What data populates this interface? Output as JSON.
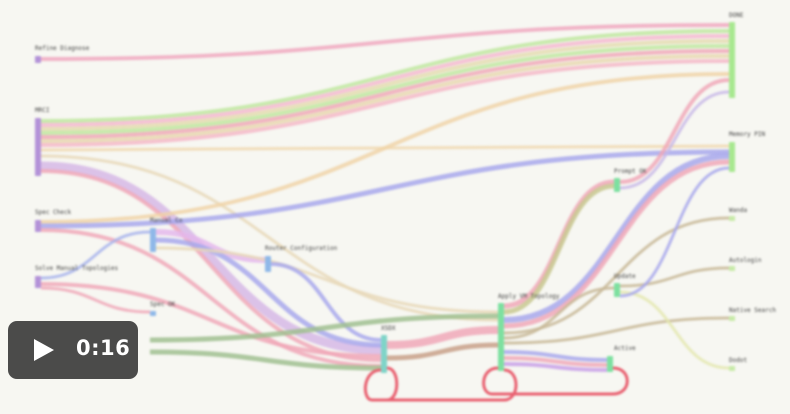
{
  "diagram": {
    "nodes": [
      {
        "id": "refine",
        "label": "Refine Diagnose",
        "color": "#b392d8"
      },
      {
        "id": "mri",
        "label": "MRCI",
        "color": "#b392d8"
      },
      {
        "id": "spec",
        "label": "Spec Check",
        "color": "#b392d8"
      },
      {
        "id": "solve",
        "label": "Solve Manual Topologies",
        "color": "#b392d8"
      },
      {
        "id": "manual",
        "label": "Manual Co",
        "color": "#8fb8e8"
      },
      {
        "id": "route",
        "label": "Router Configuration",
        "color": "#8fb8e8"
      },
      {
        "id": "spec2",
        "label": "Spec OK",
        "color": "#8fb8e8"
      },
      {
        "id": "xsdx",
        "label": "XSDX",
        "color": "#7fd4c8"
      },
      {
        "id": "apply",
        "label": "Apply VM Topology",
        "color": "#7de0a0"
      },
      {
        "id": "prompt",
        "label": "Prompt OK",
        "color": "#7de0a0"
      },
      {
        "id": "update",
        "label": "Update",
        "color": "#7de0a0"
      },
      {
        "id": "active",
        "label": "Active",
        "color": "#7de0a0"
      },
      {
        "id": "done",
        "label": "DONE",
        "color": "#a8e890"
      },
      {
        "id": "memory",
        "label": "Memory PIN",
        "color": "#a8e890"
      },
      {
        "id": "wanda",
        "label": "Wanda",
        "color": "#c8eaa8"
      },
      {
        "id": "autologin",
        "label": "Autologin",
        "color": "#c8eaa8"
      },
      {
        "id": "native",
        "label": "Native Search",
        "color": "#c8eaa8"
      },
      {
        "id": "dodot",
        "label": "Dodot",
        "color": "#c8eaa8"
      }
    ]
  },
  "video": {
    "duration": "0:16",
    "icon": "play-icon"
  }
}
